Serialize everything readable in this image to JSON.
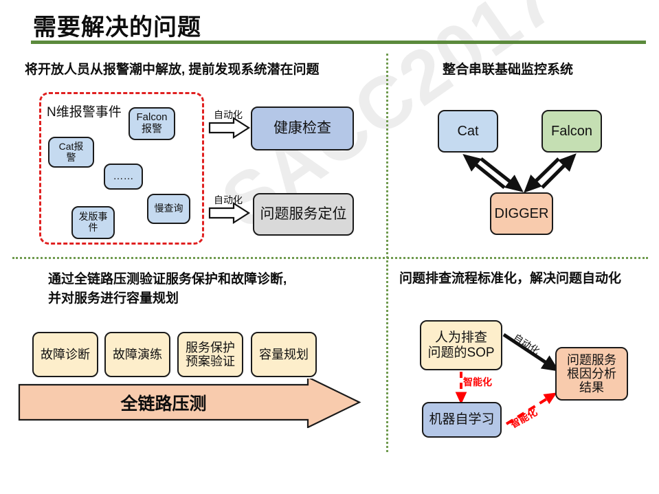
{
  "slide": {
    "title": "需要解决的问题",
    "watermark": "SACC2017",
    "accent_green": "#5b8a3c",
    "divider_green": "#6f9a4e",
    "dashed_red": "#e02020"
  },
  "quadrants": {
    "top_left": {
      "heading": "将开放人员从报警潮中解放, 提前发现系统潜在问题",
      "group_label": "N维报警事件",
      "alert_boxes": [
        {
          "label": "Falcon\n报警",
          "color": "#c5daf0"
        },
        {
          "label": "Cat报\n警",
          "color": "#c5daf0"
        },
        {
          "label": "……",
          "color": "#c5daf0"
        },
        {
          "label": "慢查询",
          "color": "#c5daf0"
        },
        {
          "label": "发版事\n件",
          "color": "#c5daf0"
        }
      ],
      "flows": [
        {
          "caption": "自动化",
          "target": "健康检查",
          "target_color": "#b4c7e7"
        },
        {
          "caption": "自动化",
          "target": "问题服务定位",
          "target_color": "#d9d9d9"
        }
      ]
    },
    "top_right": {
      "heading": "整合串联基础监控系统",
      "nodes": [
        {
          "label": "Cat",
          "color": "#c5daf0"
        },
        {
          "label": "Falcon",
          "color": "#c5dfb3"
        },
        {
          "label": "DIGGER",
          "color": "#f8cbad"
        }
      ],
      "links": [
        {
          "from": "Cat",
          "to": "DIGGER",
          "bidirectional": true
        },
        {
          "from": "Falcon",
          "to": "DIGGER",
          "bidirectional": true
        }
      ]
    },
    "bottom_left": {
      "heading": "通过全链路压测验证服务保护和故障诊断,\n并对服务进行容量规划",
      "capability_boxes": [
        {
          "label": "故障诊断",
          "color": "#fdeecb"
        },
        {
          "label": "故障演练",
          "color": "#fdeecb"
        },
        {
          "label": "服务保护\n预案验证",
          "color": "#fdeecb"
        },
        {
          "label": "容量规划",
          "color": "#fdeecb"
        }
      ],
      "banner": {
        "label": "全链路压测",
        "color": "#f8cbad"
      }
    },
    "bottom_right": {
      "heading": "问题排查流程标准化，解决问题自动化",
      "nodes": [
        {
          "label": "人为排查\n问题的SOP",
          "color": "#fdeecb"
        },
        {
          "label": "机器自学习",
          "color": "#b4c7e7"
        },
        {
          "label": "问题服务\n根因分析\n结果",
          "color": "#f8cbad"
        }
      ],
      "edges": [
        {
          "label": "自动化",
          "style": "solid-black",
          "from": "人为排查问题的SOP",
          "to": "问题服务根因分析结果"
        },
        {
          "label": "智能化",
          "style": "dashed-red",
          "from": "人为排查问题的SOP",
          "to": "机器自学习"
        },
        {
          "label": "智能化",
          "style": "dashed-red",
          "from": "机器自学习",
          "to": "问题服务根因分析结果"
        }
      ]
    }
  }
}
